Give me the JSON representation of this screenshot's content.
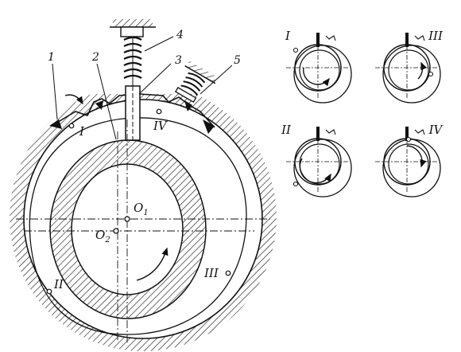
{
  "main": {
    "callouts": [
      "1",
      "2",
      "3",
      "4",
      "5"
    ],
    "positions": [
      "I",
      "II",
      "III",
      "IV"
    ],
    "center_upper": {
      "letter": "O",
      "sub": "1"
    },
    "center_lower": {
      "letter": "O",
      "sub": "2"
    }
  },
  "insets": [
    {
      "label": "I"
    },
    {
      "label": "III"
    },
    {
      "label": "II"
    },
    {
      "label": "IV"
    }
  ]
}
